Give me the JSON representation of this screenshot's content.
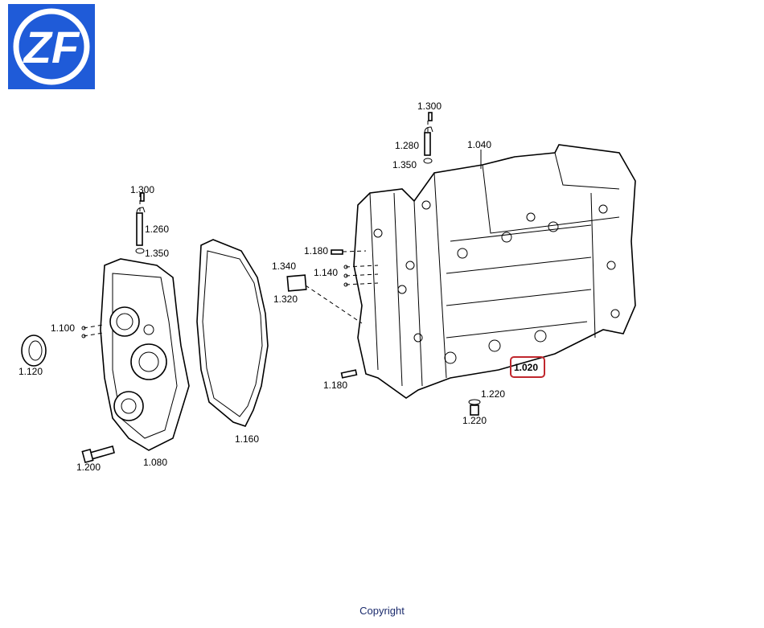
{
  "logo": {
    "text": "ZF",
    "background": "#1f5bd8",
    "foreground": "#ffffff"
  },
  "highlight_color": "#c0272d",
  "labels": {
    "l1300a": "1.300",
    "l1280": "1.280",
    "l1350a": "1.350",
    "l1040": "1.040",
    "l1300b": "1.300",
    "l1260": "1.260",
    "l1350b": "1.350",
    "l1180a": "1.180",
    "l1340": "1.340",
    "l1140": "1.140",
    "l1320": "1.320",
    "l1100": "1.100",
    "l1120": "1.120",
    "l1180b": "1.180",
    "l1020": "1.020",
    "l1220a": "1.220",
    "l1220b": "1.220",
    "l1160": "1.160",
    "l1200": "1.200",
    "l1080": "1.080"
  },
  "footer": {
    "copyright": "Copyright"
  }
}
